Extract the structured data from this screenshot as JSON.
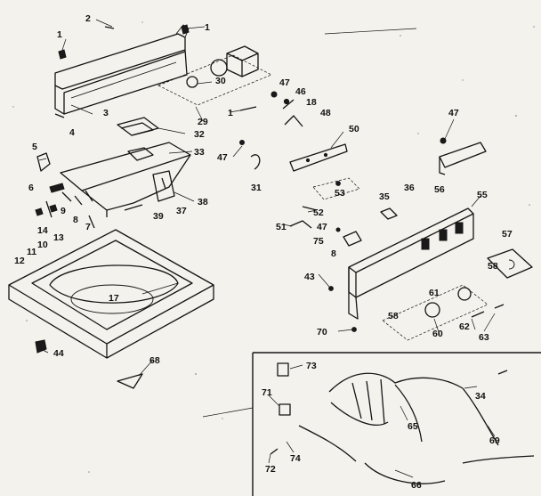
{
  "callouts": [
    {
      "id": "c1a",
      "text": "1"
    },
    {
      "id": "c2",
      "text": "2"
    },
    {
      "id": "c1b",
      "text": "1"
    },
    {
      "id": "c30",
      "text": "30"
    },
    {
      "id": "c47a",
      "text": "47"
    },
    {
      "id": "c46",
      "text": "46"
    },
    {
      "id": "c18",
      "text": "18"
    },
    {
      "id": "c48",
      "text": "48"
    },
    {
      "id": "c3",
      "text": "3"
    },
    {
      "id": "c29",
      "text": "29"
    },
    {
      "id": "c1c",
      "text": "1"
    },
    {
      "id": "c4",
      "text": "4"
    },
    {
      "id": "c32",
      "text": "32"
    },
    {
      "id": "c50",
      "text": "50"
    },
    {
      "id": "c47b",
      "text": "47"
    },
    {
      "id": "c5",
      "text": "5"
    },
    {
      "id": "c33",
      "text": "33"
    },
    {
      "id": "c47c",
      "text": "47"
    },
    {
      "id": "c31",
      "text": "31"
    },
    {
      "id": "c6",
      "text": "6"
    },
    {
      "id": "c38",
      "text": "38"
    },
    {
      "id": "c53",
      "text": "53"
    },
    {
      "id": "c35",
      "text": "35"
    },
    {
      "id": "c36",
      "text": "36"
    },
    {
      "id": "c56",
      "text": "56"
    },
    {
      "id": "c55",
      "text": "55"
    },
    {
      "id": "c9",
      "text": "9"
    },
    {
      "id": "c8a",
      "text": "8"
    },
    {
      "id": "c7",
      "text": "7"
    },
    {
      "id": "c39",
      "text": "39"
    },
    {
      "id": "c37",
      "text": "37"
    },
    {
      "id": "c52",
      "text": "52"
    },
    {
      "id": "c51",
      "text": "51"
    },
    {
      "id": "c14",
      "text": "14"
    },
    {
      "id": "c13",
      "text": "13"
    },
    {
      "id": "c10",
      "text": "10"
    },
    {
      "id": "c11",
      "text": "11"
    },
    {
      "id": "c47d",
      "text": "47"
    },
    {
      "id": "c75",
      "text": "75"
    },
    {
      "id": "c8b",
      "text": "8"
    },
    {
      "id": "c57",
      "text": "57"
    },
    {
      "id": "c12",
      "text": "12"
    },
    {
      "id": "c58a",
      "text": "58"
    },
    {
      "id": "c43",
      "text": "43"
    },
    {
      "id": "c61",
      "text": "61"
    },
    {
      "id": "c17",
      "text": "17"
    },
    {
      "id": "c58b",
      "text": "58"
    },
    {
      "id": "c60",
      "text": "60"
    },
    {
      "id": "c62",
      "text": "62"
    },
    {
      "id": "c70",
      "text": "70"
    },
    {
      "id": "c63",
      "text": "63"
    },
    {
      "id": "c44",
      "text": "44"
    },
    {
      "id": "c68",
      "text": "68"
    },
    {
      "id": "c73",
      "text": "73"
    },
    {
      "id": "c34",
      "text": "34"
    },
    {
      "id": "c71",
      "text": "71"
    },
    {
      "id": "c65",
      "text": "65"
    },
    {
      "id": "c69",
      "text": "69"
    },
    {
      "id": "c74",
      "text": "74"
    },
    {
      "id": "c72",
      "text": "72"
    },
    {
      "id": "c66",
      "text": "66"
    }
  ]
}
